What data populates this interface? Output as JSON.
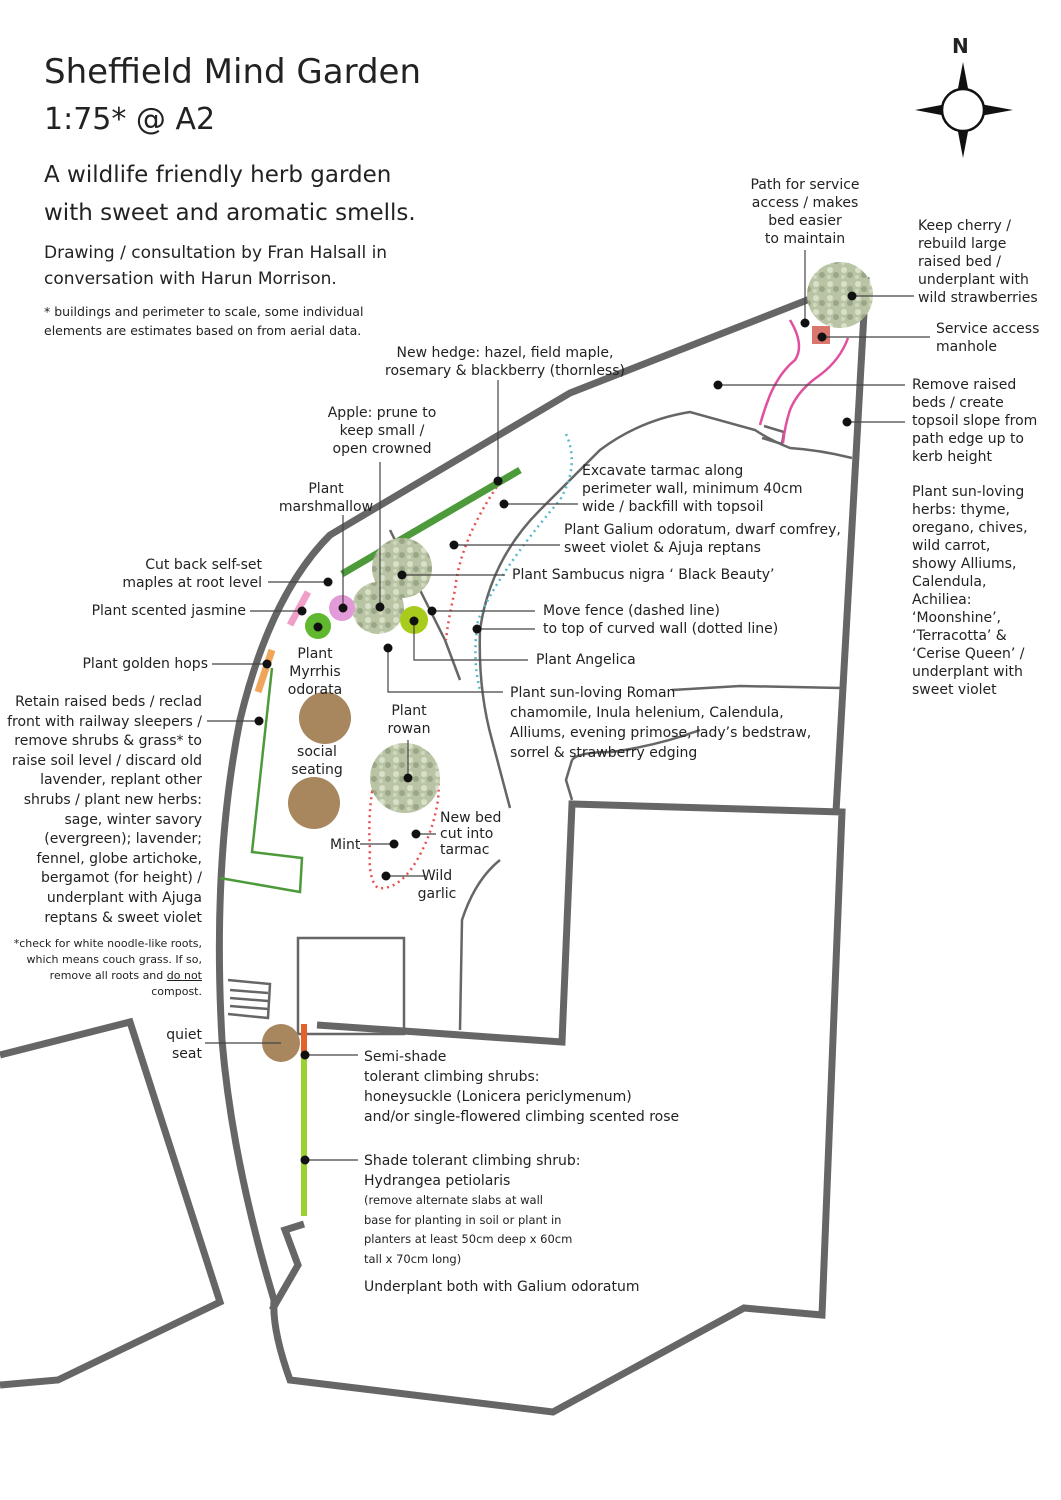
{
  "header": {
    "title": "Sheffield Mind Garden",
    "scale": "1:75* @ A2",
    "subtitle": "A wildlife friendly herb garden\nwith sweet and aromatic smells.",
    "credit": "Drawing / consultation by Fran Halsall in\nconversation with Harun Morrison.",
    "scale_note": "* buildings and perimeter to scale, some individual\nelements are estimates based on from aerial data."
  },
  "compass": {
    "label": "N",
    "icon": "north-arrow-icon"
  },
  "colors": {
    "wall": "#666666",
    "hedge": "#4c9a3a",
    "path": "#e0509e",
    "dotted_wall": "#5bb8cc",
    "new_bed": "#e85050",
    "seating": "#a8865e",
    "hops": "#f0a55a",
    "hydrangea": "#9bd130",
    "honeysuckle": "#e2622a",
    "manhole": "#d9766e",
    "angelica": "#a8cc1c",
    "myrrhis": "#5fb82e",
    "jasmine": "#f0a0c8",
    "marshmallow": "#e39ad8"
  },
  "labels": {
    "path_service": "Path for service\naccess / makes\nbed easier\nto maintain",
    "keep_cherry": "Keep cherry /\nrebuild large\nraised bed /\nunderplant with\nwild strawberries",
    "service_manhole": "Service access\nmanhole",
    "remove_beds": "Remove raised\nbeds / create\ntopsoil slope from\npath edge up to\nkerb height",
    "sun_herbs": "Plant sun-loving\nherbs: thyme,\noregano, chives,\nwild carrot,\nshowy Alliums,\nCalendula,\nAchiliea:\n‘Moonshine’,\n‘Terracotta’ &\n‘Cerise Queen’  /\nunderplant with\nsweet violet",
    "new_hedge": "New hedge: hazel, field maple,\nrosemary & blackberry (thornless)",
    "apple": "Apple: prune to\nkeep small /\nopen crowned",
    "excavate": "Excavate tarmac along\nperimeter wall, minimum 40cm\nwide / backfill with topsoil",
    "marshmallow": "Plant\nmarshmallow",
    "galium": "Plant Galium odoratum, dwarf comfrey,\nsweet violet & Ajuja reptans",
    "sambucus": "Plant Sambucus nigra ‘ Black Beauty’",
    "cut_back": "Cut back self-set\nmaples at root level",
    "jasmine": "Plant scented jasmine",
    "move_fence": "Move fence (dashed line)\nto top of curved wall (dotted line)",
    "angelica": "Plant Angelica",
    "golden_hops": "Plant golden hops",
    "myrrhis": "Plant\nMyrrhis\nodorata",
    "roman": "Plant sun-loving Roman\nchamomile, Inula helenium, Calendula,\nAlliums, evening primose, lady’s bedstraw,\nsorrel & strawberry edging",
    "retain_beds": "Retain raised beds / reclad\nfront with railway sleepers /\nremove shrubs & grass* to\nraise soil level / discard old\nlavender, replant other\nshrubs / plant new herbs:\nsage, winter savory\n(evergreen); lavender;\nfennel, globe artichoke,\nbergamot (for height) /\nunderplant with Ajuga\nreptans & sweet violet",
    "rowan": "Plant\nrowan",
    "social_seating": "social\nseating",
    "new_bed": "New bed\ncut into\ntarmac",
    "mint": "Mint",
    "wild_garlic": "Wild\ngarlic",
    "couch_note_a": "*check for white noodle-like roots,\nwhich means couch grass.  If so,\nremove all roots and ",
    "couch_note_b": "do not",
    "couch_note_c": " compost.",
    "quiet_seat": "quiet\nseat",
    "semi_shade": "Semi-shade\ntolerant climbing shrubs:\nhoneysuckle (Lonicera periclymenum)\nand/or single-flowered climbing scented rose",
    "shade_tolerant": "Shade tolerant climbing shrub:\nHydrangea petiolaris",
    "slabs_note": "(remove alternate slabs at wall\nbase for planting in soil or plant in\nplanters at least 50cm deep x 60cm\ntall x 70cm long)",
    "underplant": "Underplant both with Galium odoratum"
  }
}
